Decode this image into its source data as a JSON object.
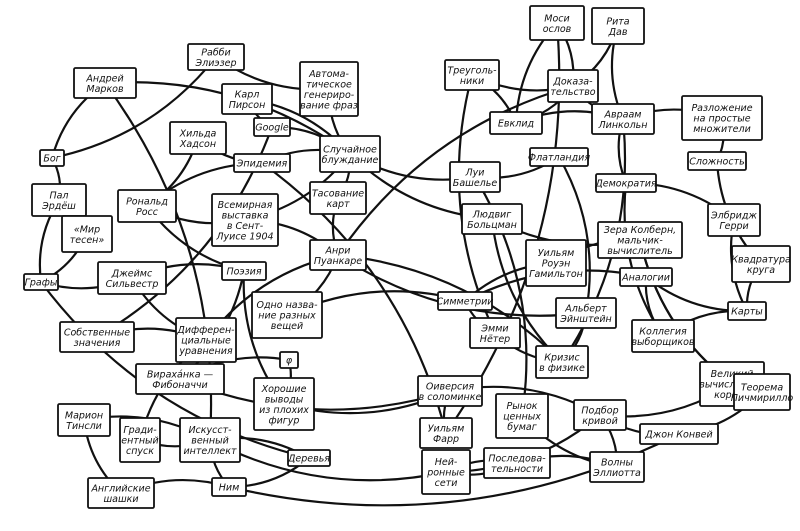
{
  "diagram": {
    "nodes": [
      {
        "id": "mosi",
        "label": "Моси\nослов"
      },
      {
        "id": "rita",
        "label": "Рита\nДав"
      },
      {
        "id": "rabbi",
        "label": "Рабби\nЭлиэзер"
      },
      {
        "id": "avto",
        "label": "Автома-\nтическое\nгенериро-\nвание фраз"
      },
      {
        "id": "treug",
        "label": "Треуголь-\nники"
      },
      {
        "id": "dokaz",
        "label": "Доказа-\nтельство"
      },
      {
        "id": "markov",
        "label": "Андрей\nМарков"
      },
      {
        "id": "pirson",
        "label": "Карл\nПирсон"
      },
      {
        "id": "evklid",
        "label": "Евклид"
      },
      {
        "id": "linkoln",
        "label": "Авраам\nЛинкольн"
      },
      {
        "id": "razl",
        "label": "Разложение\nна простые\nмножители"
      },
      {
        "id": "google",
        "label": "Google"
      },
      {
        "id": "hadson",
        "label": "Хильда\nХадсон"
      },
      {
        "id": "sluch",
        "label": "Случайное\nблуждание"
      },
      {
        "id": "bog",
        "label": "Бог"
      },
      {
        "id": "epid",
        "label": "Эпидемия"
      },
      {
        "id": "flatl",
        "label": "Флатландия"
      },
      {
        "id": "slozh",
        "label": "Сложность"
      },
      {
        "id": "bashel",
        "label": "Луи\nБашелье"
      },
      {
        "id": "demokr",
        "label": "Демократия"
      },
      {
        "id": "erdesh",
        "label": "Пал\nЭрдёш"
      },
      {
        "id": "ross",
        "label": "Рональд\nРосс"
      },
      {
        "id": "vystavka",
        "label": "Всемирная\nвыставка\nв Сент-\nЛуисе 1904"
      },
      {
        "id": "tasov",
        "label": "Тасование\nкарт"
      },
      {
        "id": "bolcman",
        "label": "Людвиг\nБольцман"
      },
      {
        "id": "geri",
        "label": "Элбридж\nГерри"
      },
      {
        "id": "kolbern",
        "label": "Зера Колберн,\nмальчик-\nвычислитель"
      },
      {
        "id": "mir",
        "label": "«Мир\nтесен»"
      },
      {
        "id": "puankare",
        "label": "Анри\nПуанкаре"
      },
      {
        "id": "gamilton",
        "label": "Уильям\nРоуэн\nГамильтон"
      },
      {
        "id": "kvadr",
        "label": "Квадратура\nкруга"
      },
      {
        "id": "grafy",
        "label": "Графы"
      },
      {
        "id": "silvestr",
        "label": "Джеймс\nСильвестр"
      },
      {
        "id": "poeziya",
        "label": "Поэзия"
      },
      {
        "id": "analogii",
        "label": "Аналогии"
      },
      {
        "id": "odno",
        "label": "Одно назва-\nние разных\nвещей"
      },
      {
        "id": "simm",
        "label": "Симметрии"
      },
      {
        "id": "einstein",
        "label": "Альберт\nЭйнштейн"
      },
      {
        "id": "karty",
        "label": "Карты"
      },
      {
        "id": "sobstv",
        "label": "Собственные\nзначения"
      },
      {
        "id": "diff",
        "label": "Дифферен-\nциальные\nуравнения"
      },
      {
        "id": "noter",
        "label": "Эмми\nНётер"
      },
      {
        "id": "kollegia",
        "label": "Коллегия\nвыборщиков"
      },
      {
        "id": "fi",
        "label": "φ"
      },
      {
        "id": "krizis",
        "label": "Кризис\nв физике"
      },
      {
        "id": "fib",
        "label": "Вирахáнка —\nФибоначчи"
      },
      {
        "id": "velikiy",
        "label": "Великий\nвычислитель\nкорней"
      },
      {
        "id": "teorema",
        "label": "Теорема\nПичмирилло"
      },
      {
        "id": "vyvody",
        "label": "Хорошие\nвыводы\nиз плохих\nфигур"
      },
      {
        "id": "oversiya",
        "label": "Оиверсия\nв соломинке"
      },
      {
        "id": "rynok",
        "label": "Рынок\nценных\nбумаг"
      },
      {
        "id": "podbor",
        "label": "Подбор\nкривой"
      },
      {
        "id": "tinsli",
        "label": "Марион\nТинсли"
      },
      {
        "id": "gradient",
        "label": "Гради-\nентный\nспуск"
      },
      {
        "id": "ii",
        "label": "Искусст-\nвенный\nинтеллект"
      },
      {
        "id": "farr",
        "label": "Уильям\nФарр"
      },
      {
        "id": "konvey",
        "label": "Джон Конвей"
      },
      {
        "id": "derevya",
        "label": "Деревья"
      },
      {
        "id": "posled",
        "label": "Последова-\nтельности"
      },
      {
        "id": "neyro",
        "label": "Ней-\nронные\nсети"
      },
      {
        "id": "volny",
        "label": "Волны\nЭллиотта"
      },
      {
        "id": "shashki",
        "label": "Английские\nшашки"
      },
      {
        "id": "nim",
        "label": "Ним"
      }
    ]
  }
}
